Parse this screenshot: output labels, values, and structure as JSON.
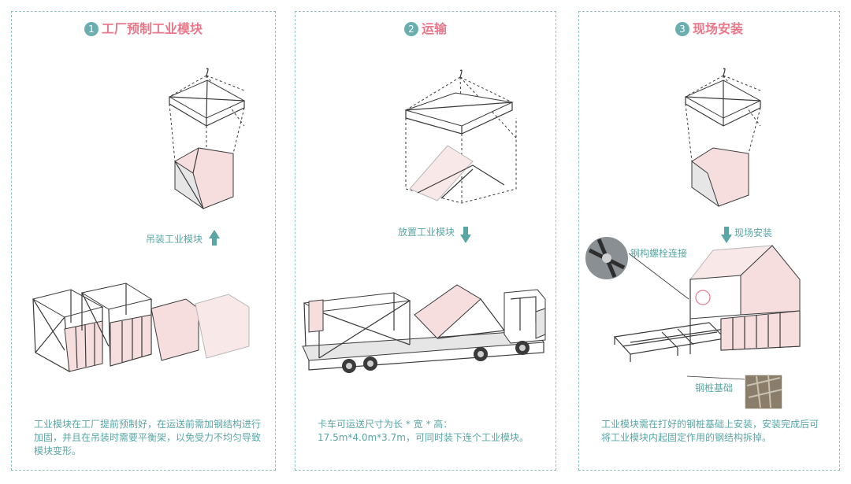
{
  "panels": [
    {
      "number": "1",
      "title": "工厂预制工业模块",
      "action_label": "吊装工业模块",
      "caption": "工业模块在工厂提前预制好，在运送前需加钢结构进行加固，并且在吊装时需要平衡架，以免受力不均匀导致模块变形。"
    },
    {
      "number": "2",
      "title": "运输",
      "action_label": "放置工业模块",
      "caption": "卡车可运送尺寸为长 * 宽 * 高：17.5m*4.0m*3.7m，可同时装下连个工业模块。"
    },
    {
      "number": "3",
      "title": "现场安装",
      "action_label": "现场安装",
      "label_bolt": "钢构螺栓连接",
      "label_pile": "钢桩基础",
      "caption": "工业模块需在打好的钢桩基础上安装，安装完成后可将工业模块内起固定作用的钢结构拆掉。"
    }
  ],
  "colors": {
    "accent_title": "#e8788a",
    "accent_text": "#58a7a6",
    "border": "#8fc4c0",
    "module_fill": "#f6dede"
  },
  "icons": [
    "arrow-up-icon",
    "arrow-down-icon",
    "crane-hook-icon"
  ]
}
